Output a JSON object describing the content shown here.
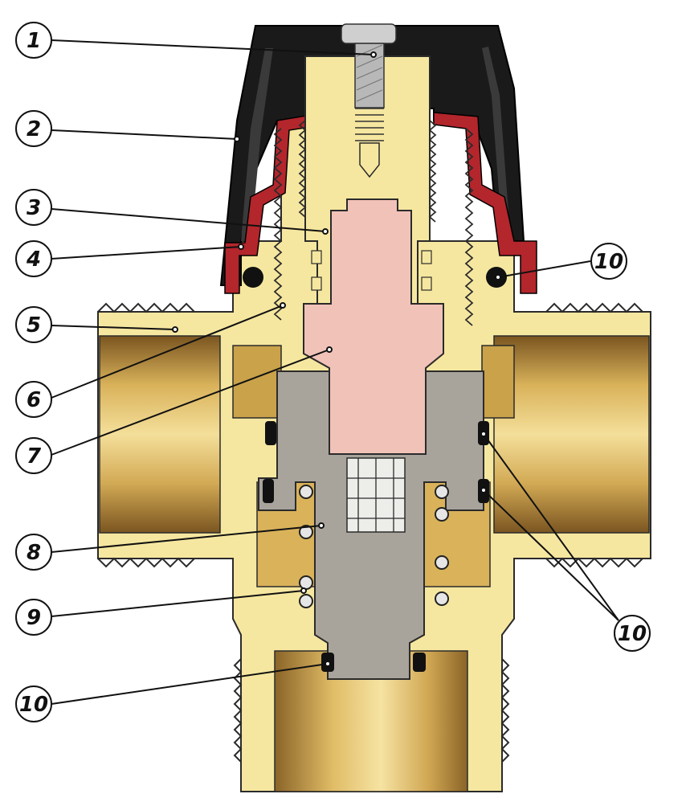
{
  "diagram": {
    "callouts": [
      {
        "id": "c1",
        "label": "1"
      },
      {
        "id": "c2",
        "label": "2"
      },
      {
        "id": "c3",
        "label": "3"
      },
      {
        "id": "c4",
        "label": "4"
      },
      {
        "id": "c5",
        "label": "5"
      },
      {
        "id": "c6",
        "label": "6"
      },
      {
        "id": "c7",
        "label": "7"
      },
      {
        "id": "c8",
        "label": "8"
      },
      {
        "id": "c9",
        "label": "9"
      },
      {
        "id": "c10a",
        "label": "10"
      },
      {
        "id": "c10b",
        "label": "10"
      },
      {
        "id": "c10c",
        "label": "10"
      }
    ],
    "colors": {
      "brass": "#f6e7a0",
      "brass_dark": "#c9a24a",
      "brass_shadow": "#8e6a2a",
      "cap_black": "#1a1a1a",
      "red_insert": "#b3262c",
      "pink_element": "#f1c2b8",
      "gray_piston": "#a8a49c",
      "outline": "#2b2b2b"
    }
  }
}
